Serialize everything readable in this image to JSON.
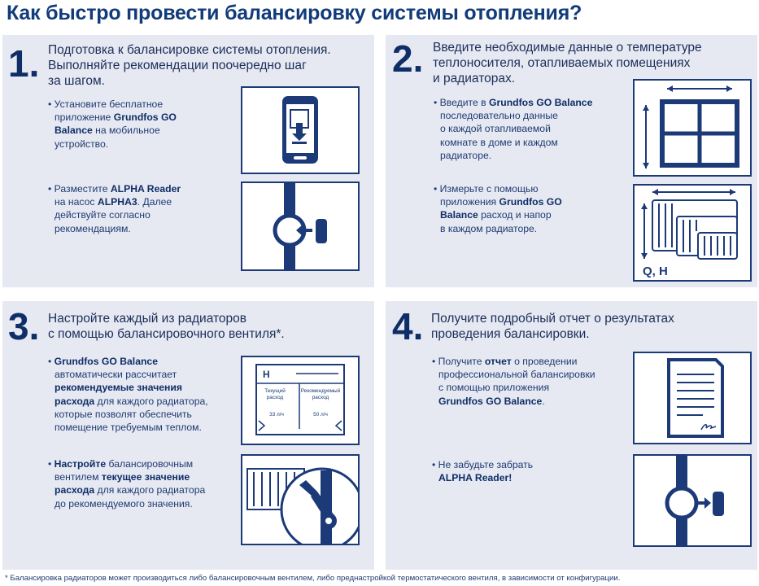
{
  "title": "Как быстро провести балансировку системы отопления?",
  "steps": [
    {
      "number": "1.",
      "heading": [
        "Подготовка к балансировке системы отопления.",
        "Выполняйте рекомендации поочередно шаг",
        "за шагом."
      ],
      "bullets": [
        {
          "lines": [
            [
              "• Установите бесплатное"
            ],
            [
              "приложение ",
              {
                "b": "Grundfos GO"
              }
            ],
            [
              {
                "b": "Balance"
              },
              " на мобильное"
            ],
            [
              "устройство."
            ]
          ]
        },
        {
          "lines": [
            [
              "• Разместите ",
              {
                "b": "ALPHA Reader"
              }
            ],
            [
              "на насос ",
              {
                "b": "ALPHA3"
              },
              ". Далее"
            ],
            [
              "действуйте согласно"
            ],
            [
              "рекомендациям."
            ]
          ]
        }
      ],
      "icons": [
        "phone-download-icon",
        "pipe-pump-reader-icon"
      ]
    },
    {
      "number": "2.",
      "heading": [
        "Введите необходимые данные о температуре",
        "теплоносителя, отапливаемых помещениях",
        "и радиаторах."
      ],
      "bullets": [
        {
          "lines": [
            [
              "• Введите в ",
              {
                "b": "Grundfos GO Balance"
              }
            ],
            [
              "последовательно данные"
            ],
            [
              "о каждой отапливаемой"
            ],
            [
              "комнате в доме и каждом"
            ],
            [
              "радиаторе."
            ]
          ]
        },
        {
          "lines": [
            [
              "• Измерьте с помощью"
            ],
            [
              "приложения ",
              {
                "b": "Grundfos GO"
              }
            ],
            [
              {
                "b": "Balance"
              },
              " расход и напор"
            ],
            [
              "в каждом радиаторе."
            ]
          ]
        }
      ],
      "icons": [
        "window-dimensions-icon",
        "radiators-qh-icon"
      ],
      "radiator_label": "Q, H"
    },
    {
      "number": "3.",
      "heading": [
        "Настройте каждый из радиаторов",
        "с помощью балансировочного вентиля*."
      ],
      "bullets": [
        {
          "lines": [
            [
              "• ",
              {
                "b": "Grundfos GO Balance"
              }
            ],
            [
              "автоматически рассчитает"
            ],
            [
              {
                "b": "рекомендуемые значения"
              }
            ],
            [
              {
                "b": "расхода"
              },
              " для каждого радиатора,"
            ],
            [
              "которые позволят обеспечить"
            ],
            [
              "помещение требуемым теплом."
            ]
          ]
        },
        {
          "lines": [
            [
              "• ",
              {
                "b": "Настройте"
              },
              " балансировочным"
            ],
            [
              "вентилем ",
              {
                "b": "текущее значение"
              }
            ],
            [
              {
                "b": "расхода"
              },
              " для каждого радиатора"
            ],
            [
              "до рекомендуемого значения."
            ]
          ]
        }
      ],
      "icons": [
        "flow-table-icon",
        "radiator-wrench-icon"
      ],
      "table": {
        "header": "H",
        "col1": [
          "Текущий",
          "расход"
        ],
        "col2": [
          "Рекомендуемый",
          "расход"
        ],
        "val1": "33 л/ч",
        "val2": "50 л/ч"
      }
    },
    {
      "number": "4.",
      "heading": [
        "Получите подробный отчет о результатах",
        "проведения балансировки."
      ],
      "bullets": [
        {
          "lines": [
            [
              "• Получите ",
              {
                "b": "отчет"
              },
              " о проведении"
            ],
            [
              "профессиональной балансировки"
            ],
            [
              "с помощью приложения"
            ],
            [
              {
                "b": "Grundfos GO Balance"
              },
              "."
            ]
          ]
        },
        {
          "lines": [
            [
              "• Не забудьте забрать"
            ],
            [
              {
                "b": "ALPHA Reader!"
              }
            ]
          ]
        }
      ],
      "icons": [
        "signed-report-icon",
        "pipe-pump-reader-icon"
      ]
    }
  ],
  "footnote": "* Балансировка радиаторов может производиться либо балансировочным вентилем, либо преднастройкой термостатического вентиля, в зависимости от конфигурации."
}
